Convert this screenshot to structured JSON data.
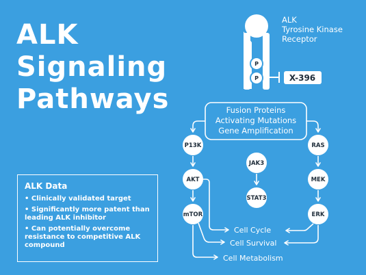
{
  "title": {
    "lines": [
      "ALK",
      "Signaling",
      "Pathways"
    ]
  },
  "receptor": {
    "label_lines": [
      "ALK",
      "Tyrosine Kinase",
      "Receptor"
    ],
    "phospho": [
      "P",
      "P"
    ],
    "inhibitor": "X-396"
  },
  "trigger": {
    "lines": [
      "Fusion Proteins",
      "Activating Mutations",
      "Gene Amplification"
    ]
  },
  "nodes": {
    "p13k": "P13K",
    "akt": "AKT",
    "mtor": "mTOR",
    "jak3": "JAK3",
    "stat3": "STAT3",
    "ras": "RAS",
    "mek": "MEK",
    "erk": "ERK"
  },
  "outcomes": {
    "cell_cycle": "Cell Cycle",
    "cell_survival": "Cell Survival",
    "cell_metabolism": "Cell Metabolism"
  },
  "data_box": {
    "heading": "ALK Data",
    "items": [
      "Clinically validated target",
      "Significantly more patent than leading ALK inhibitor",
      "Can potentially overcome resistance to competitive ALK compound"
    ]
  },
  "colors": {
    "background": "#3b9fe0",
    "foreground": "#ffffff",
    "node_text": "#1f2d3a"
  }
}
